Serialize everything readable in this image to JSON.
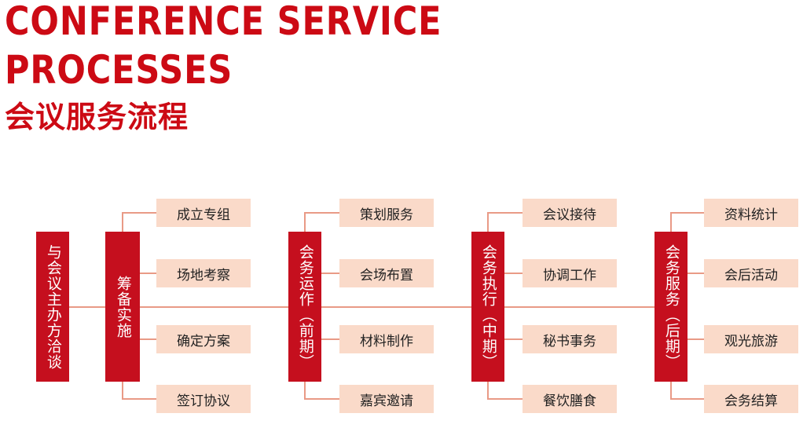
{
  "title": {
    "line1": "CONFERENCE SERVICE",
    "line2": "PROCESSES",
    "cn": "会议服务流程"
  },
  "flow": {
    "start": "与会议主办方洽谈",
    "stages": [
      {
        "label": "筹备实施",
        "tasks": [
          "成立专组",
          "场地考察",
          "确定方案",
          "签订协议"
        ]
      },
      {
        "label": "会务运作（前期）",
        "tasks": [
          "策划服务",
          "会场布置",
          "材料制作",
          "嘉宾邀请"
        ]
      },
      {
        "label": "会务执行（中期）",
        "tasks": [
          "会议接待",
          "协调工作",
          "秘书事务",
          "餐饮膳食"
        ]
      },
      {
        "label": "会务服务（后期）",
        "tasks": [
          "资料统计",
          "会后活动",
          "观光旅游",
          "会务结算"
        ]
      }
    ]
  },
  "colors": {
    "accent": "#cc0a14",
    "stage": "#c50f1e",
    "task": "#fadac9",
    "connector": "#e99a86"
  }
}
